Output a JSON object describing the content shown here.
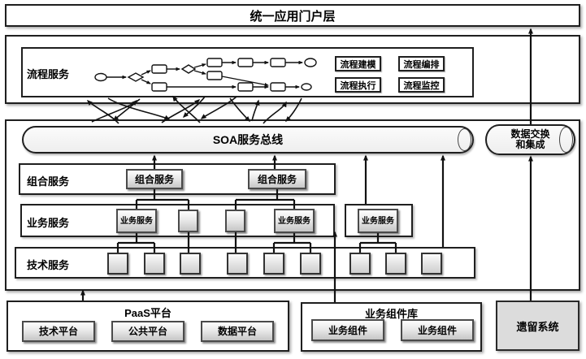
{
  "portal": {
    "title": "统一应用门户层"
  },
  "process_layer": {
    "label": "流程服务",
    "buttons": [
      {
        "label": "流程建模"
      },
      {
        "label": "流程编排"
      },
      {
        "label": "流程执行"
      },
      {
        "label": "流程监控"
      }
    ]
  },
  "bus": {
    "label": "SOA服务总线"
  },
  "data_exchange": {
    "line1": "数据交换",
    "line2": "和集成"
  },
  "composite_layer": {
    "label": "组合服务",
    "boxes": [
      {
        "label": "组合服务"
      },
      {
        "label": "组合服务"
      }
    ]
  },
  "business_layer": {
    "label": "业务服务",
    "boxes": [
      {
        "label": "业务服务"
      },
      {
        "label": ""
      },
      {
        "label": ""
      },
      {
        "label": "业务服务"
      },
      {
        "label": "业务服务"
      }
    ]
  },
  "tech_layer": {
    "label": "技术服务",
    "box_count": 9
  },
  "paas": {
    "title": "PaaS平台",
    "items": [
      {
        "label": "技术平台"
      },
      {
        "label": "公共平台"
      },
      {
        "label": "数据平台"
      }
    ]
  },
  "components": {
    "title": "业务组件库",
    "items": [
      {
        "label": "业务组件"
      },
      {
        "label": "业务组件"
      }
    ]
  },
  "legacy": {
    "label": "遗留系统"
  },
  "colors": {
    "line": "#111111",
    "cylinder_fill": "#f2f2f2",
    "legacy_fill": "#dcdcdc"
  }
}
